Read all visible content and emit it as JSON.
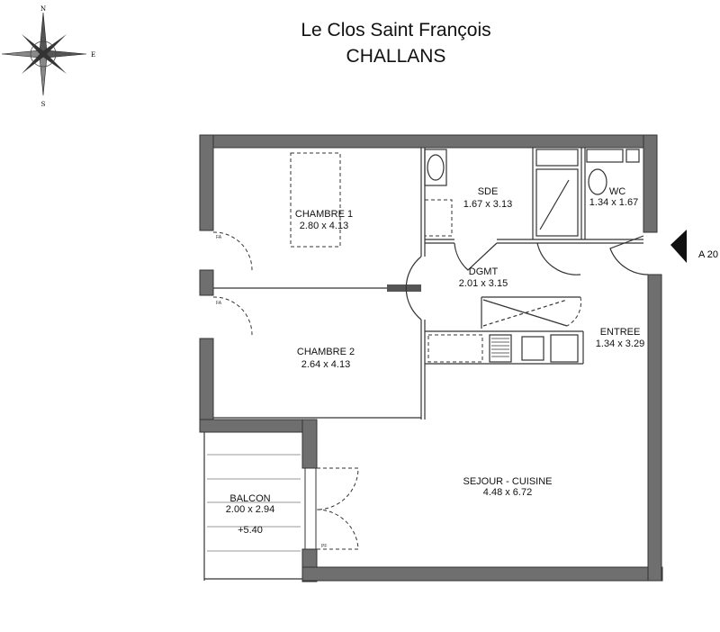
{
  "header": {
    "title": "Le Clos Saint François",
    "subtitle": "CHALLANS"
  },
  "compass": {
    "north": "N",
    "east": "E",
    "south": "S"
  },
  "entrance_marker": {
    "label": "A 20"
  },
  "rooms": [
    {
      "name": "CHAMBRE 1",
      "dims": "2.80 x 4.13"
    },
    {
      "name": "SDE",
      "dims": "1.67 x 3.13"
    },
    {
      "name": "WC",
      "dims": "1.34 x 1.67"
    },
    {
      "name": "DGMT",
      "dims": "2.01 x 3.15"
    },
    {
      "name": "ENTREE",
      "dims": "1.34 x 3.29"
    },
    {
      "name": "CHAMBRE 2",
      "dims": "2.64 x 4.13"
    },
    {
      "name": "SEJOUR - CUISINE",
      "dims": "4.48 x 6.72"
    },
    {
      "name": "BALCON",
      "dims": "2.00 x 2.94",
      "level": "+5.40"
    }
  ],
  "annotations": {
    "window_1": "FA",
    "window_2": "FA",
    "patio_door": "PF"
  }
}
